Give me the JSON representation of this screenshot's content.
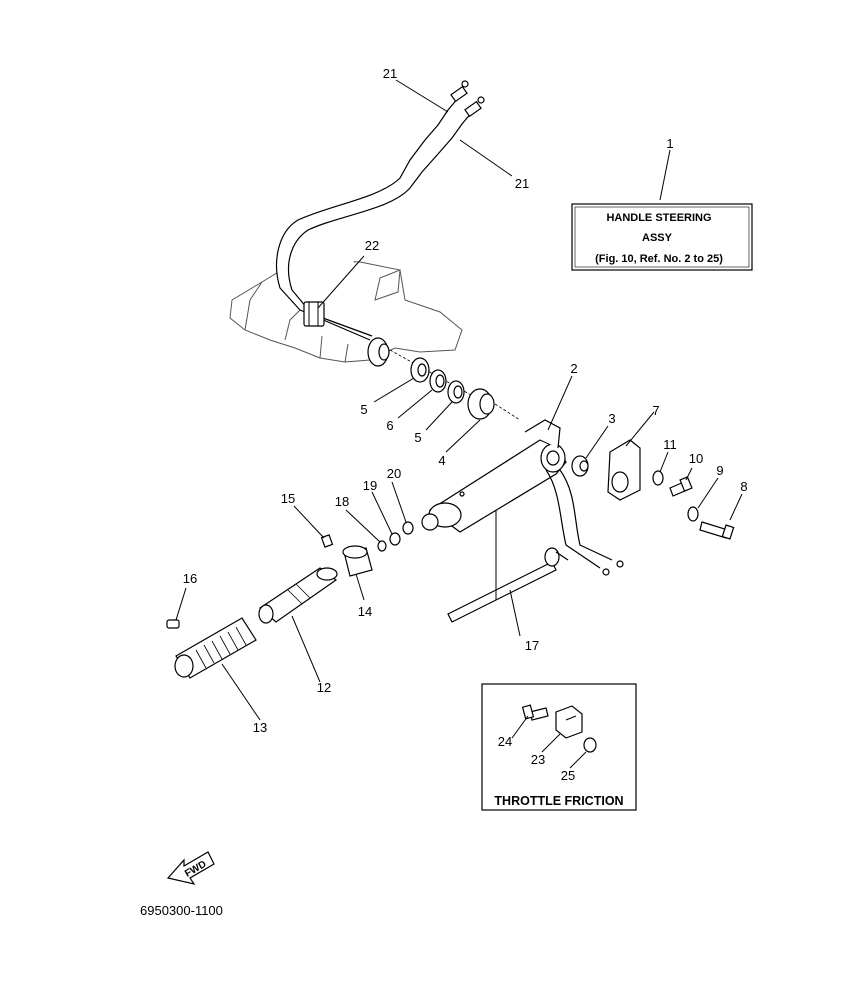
{
  "callouts": {
    "c1": "1",
    "c2": "2",
    "c3": "3",
    "c4": "4",
    "c5a": "5",
    "c5b": "5",
    "c6": "6",
    "c7": "7",
    "c8": "8",
    "c9": "9",
    "c10": "10",
    "c11": "11",
    "c12": "12",
    "c13": "13",
    "c14": "14",
    "c15": "15",
    "c16": "16",
    "c17": "17",
    "c18": "18",
    "c19": "19",
    "c20": "20",
    "c21a": "21",
    "c21b": "21",
    "c22": "22",
    "c23": "23",
    "c24": "24",
    "c25": "25"
  },
  "assy_box": {
    "line1": "HANDLE STEERING",
    "line2": "ASSY",
    "line3": "(Fig. 10, Ref. No. 2 to 25)"
  },
  "friction_box": {
    "title": "THROTTLE FRICTION"
  },
  "fwd_label": "FWD",
  "figure_code": "6950300-1100"
}
